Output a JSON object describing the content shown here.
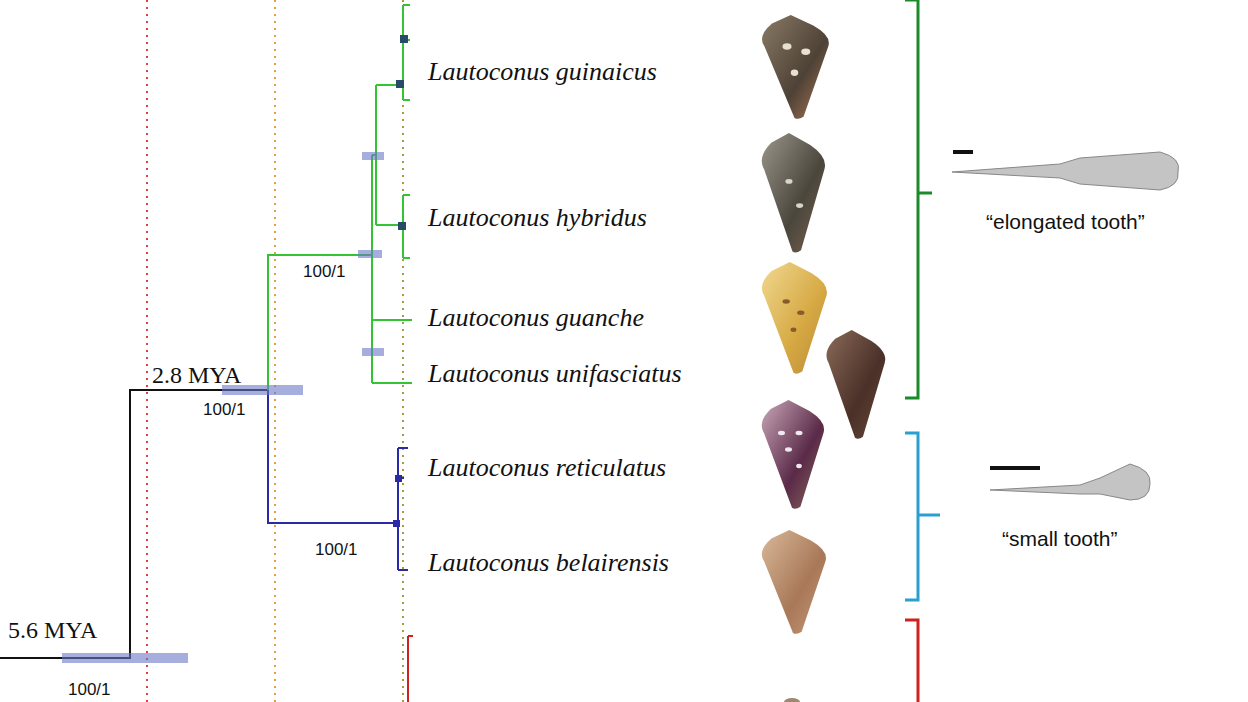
{
  "diagram": {
    "labels": [
      "Lautoconus guinaicus",
      "Lautoconus hybridus",
      "Lautoconus guanche",
      "Lautoconus unifasciatus",
      "Lautoconus reticulatus",
      "Lautoconus belairensis",
      "“elongated tooth”",
      "“small tooth”",
      "2.8 MYA",
      "100/1",
      "100/1",
      "100/1",
      "5.6 MYA",
      "100/1"
    ]
  }
}
